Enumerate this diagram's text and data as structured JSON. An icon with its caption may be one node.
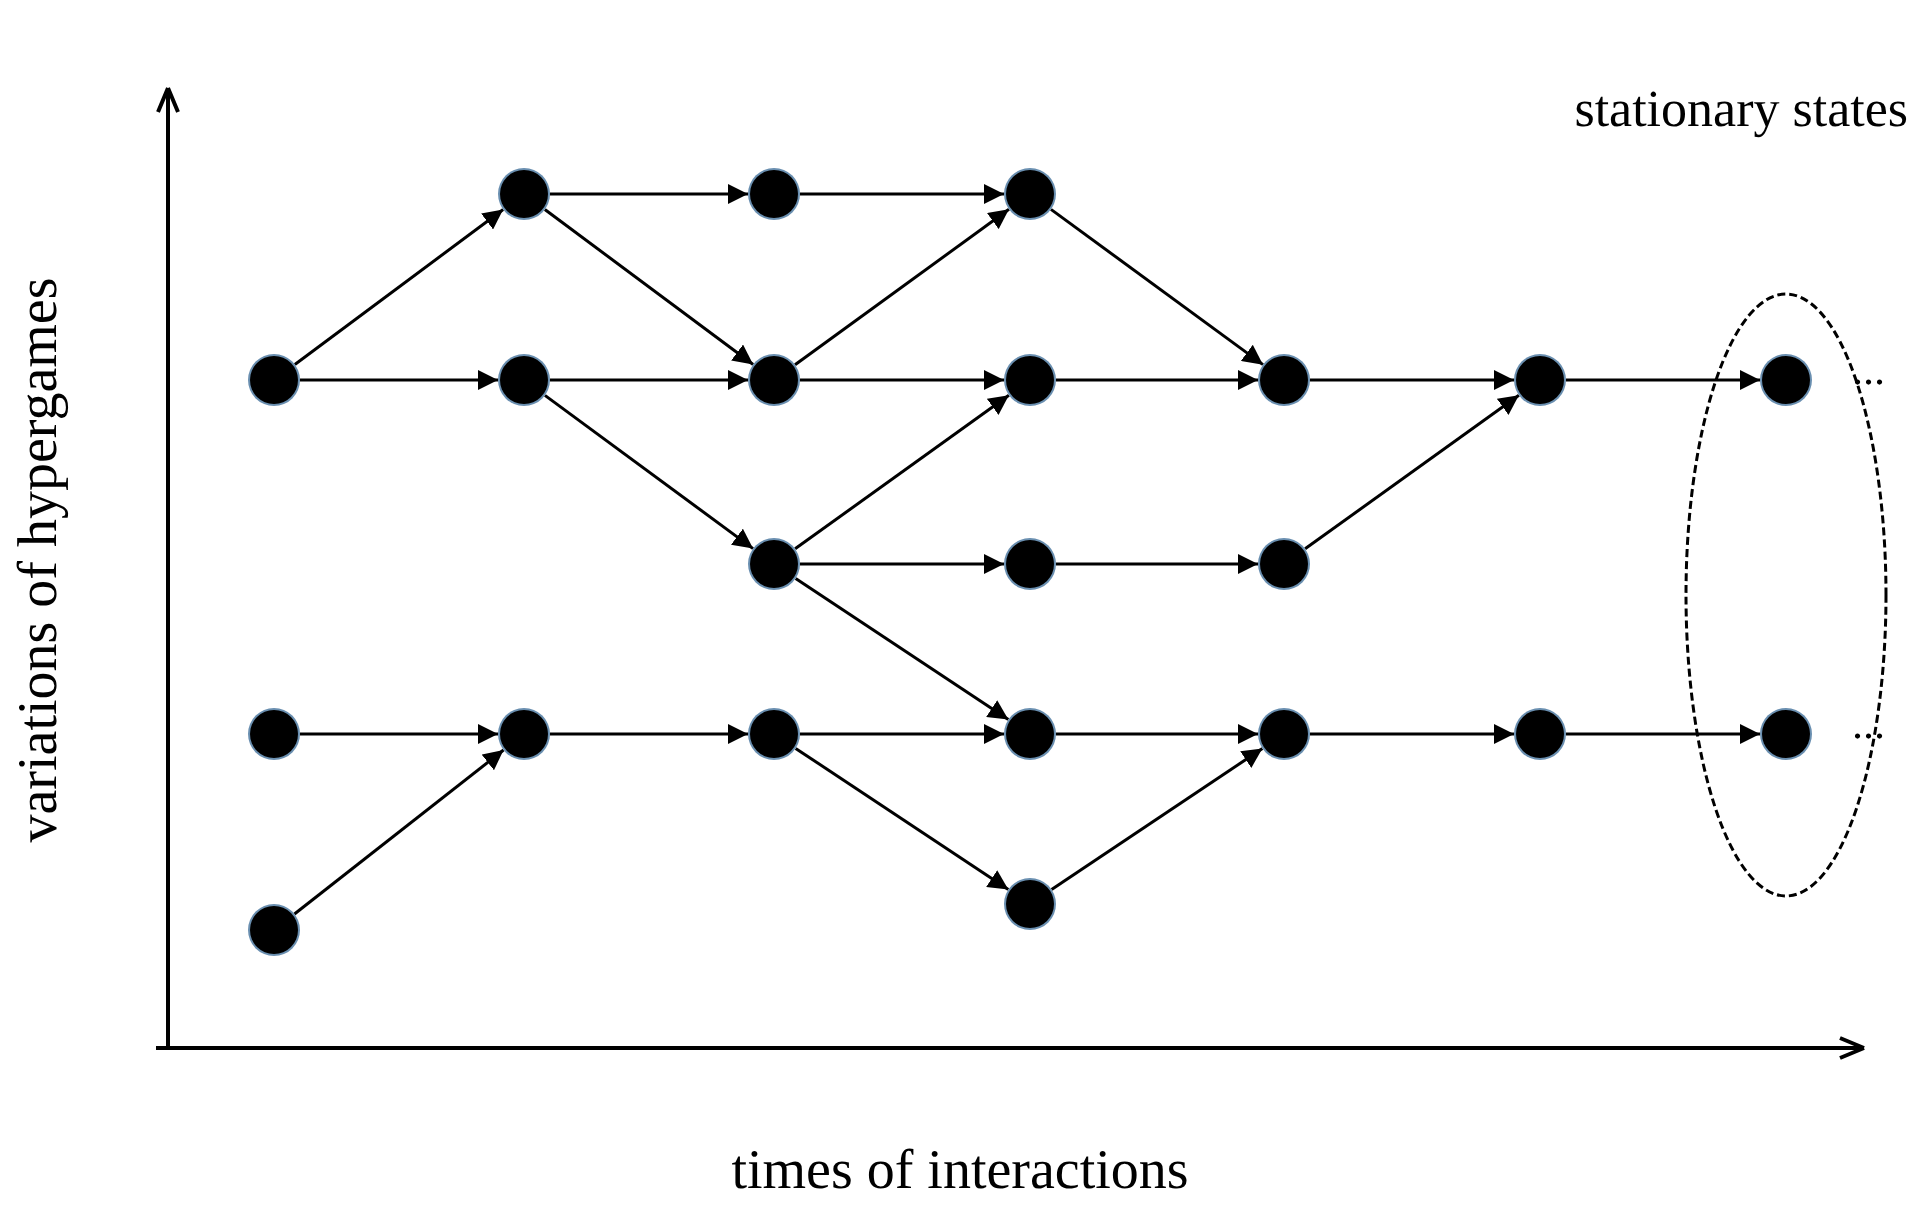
{
  "diagram": {
    "nodes": [
      {
        "text": [],
        "shape": "circle"
      },
      {
        "text": [],
        "shape": "circle"
      },
      {
        "text": [],
        "shape": "circle"
      },
      {
        "text": [],
        "shape": "circle"
      },
      {
        "text": [],
        "shape": "circle"
      },
      {
        "text": [],
        "shape": "circle"
      },
      {
        "text": [],
        "shape": "circle"
      },
      {
        "text": [],
        "shape": "circle"
      },
      {
        "text": [],
        "shape": "circle"
      },
      {
        "text": [],
        "shape": "circle"
      },
      {
        "text": [],
        "shape": "circle"
      },
      {
        "text": [],
        "shape": "circle"
      },
      {
        "text": [],
        "shape": "circle"
      },
      {
        "text": [],
        "shape": "circle"
      },
      {
        "text": [],
        "shape": "circle"
      },
      {
        "text": [],
        "shape": "circle"
      },
      {
        "text": [],
        "shape": "circle"
      },
      {
        "text": [],
        "shape": "circle"
      },
      {
        "text": [],
        "shape": "circle"
      },
      {
        "text": [],
        "shape": "circle"
      },
      {
        "text": [
          "stationary states"
        ]
      },
      {
        "text": [],
        "shape": "circle",
        "in": 20
      },
      {
        "text": [],
        "shape": "circle",
        "in": 20
      }
    ],
    "edges": [
      {
        "from": 0,
        "to": 3,
        "arrow": "to"
      },
      {
        "from": 0,
        "to": 4,
        "arrow": "to"
      },
      {
        "from": 1,
        "to": 5,
        "arrow": "to"
      },
      {
        "from": 2,
        "to": 5,
        "arrow": "to"
      },
      {
        "from": 3,
        "to": 6,
        "arrow": "to"
      },
      {
        "from": 3,
        "to": 7,
        "arrow": "to"
      },
      {
        "from": 4,
        "to": 7,
        "arrow": "to"
      },
      {
        "from": 4,
        "to": 8,
        "arrow": "to"
      },
      {
        "from": 5,
        "to": 9,
        "arrow": "to"
      },
      {
        "from": 6,
        "to": 10,
        "arrow": "to"
      },
      {
        "from": 7,
        "to": 10,
        "arrow": "to"
      },
      {
        "from": 7,
        "to": 11,
        "arrow": "to"
      },
      {
        "from": 8,
        "to": 11,
        "arrow": "to"
      },
      {
        "from": 8,
        "to": 12,
        "arrow": "to"
      },
      {
        "from": 8,
        "to": 13,
        "arrow": "to"
      },
      {
        "from": 9,
        "to": 13,
        "arrow": "to"
      },
      {
        "from": 9,
        "to": 14,
        "arrow": "to"
      },
      {
        "from": 10,
        "to": 15,
        "arrow": "to"
      },
      {
        "from": 11,
        "to": 15,
        "arrow": "to"
      },
      {
        "from": 12,
        "to": 16,
        "arrow": "to"
      },
      {
        "from": 13,
        "to": 17,
        "arrow": "to"
      },
      {
        "from": 14,
        "to": 17,
        "arrow": "to"
      },
      {
        "from": 15,
        "to": 18,
        "arrow": "to"
      },
      {
        "from": 16,
        "to": 18,
        "arrow": "to"
      },
      {
        "from": 17,
        "to": 19,
        "arrow": "to"
      },
      {
        "from": 18,
        "to": 21,
        "arrow": "to"
      },
      {
        "from": 19,
        "to": 22,
        "arrow": "to"
      }
    ],
    "labels": [
      "variations of hypergames",
      "...",
      "...",
      "times of interactions"
    ]
  }
}
